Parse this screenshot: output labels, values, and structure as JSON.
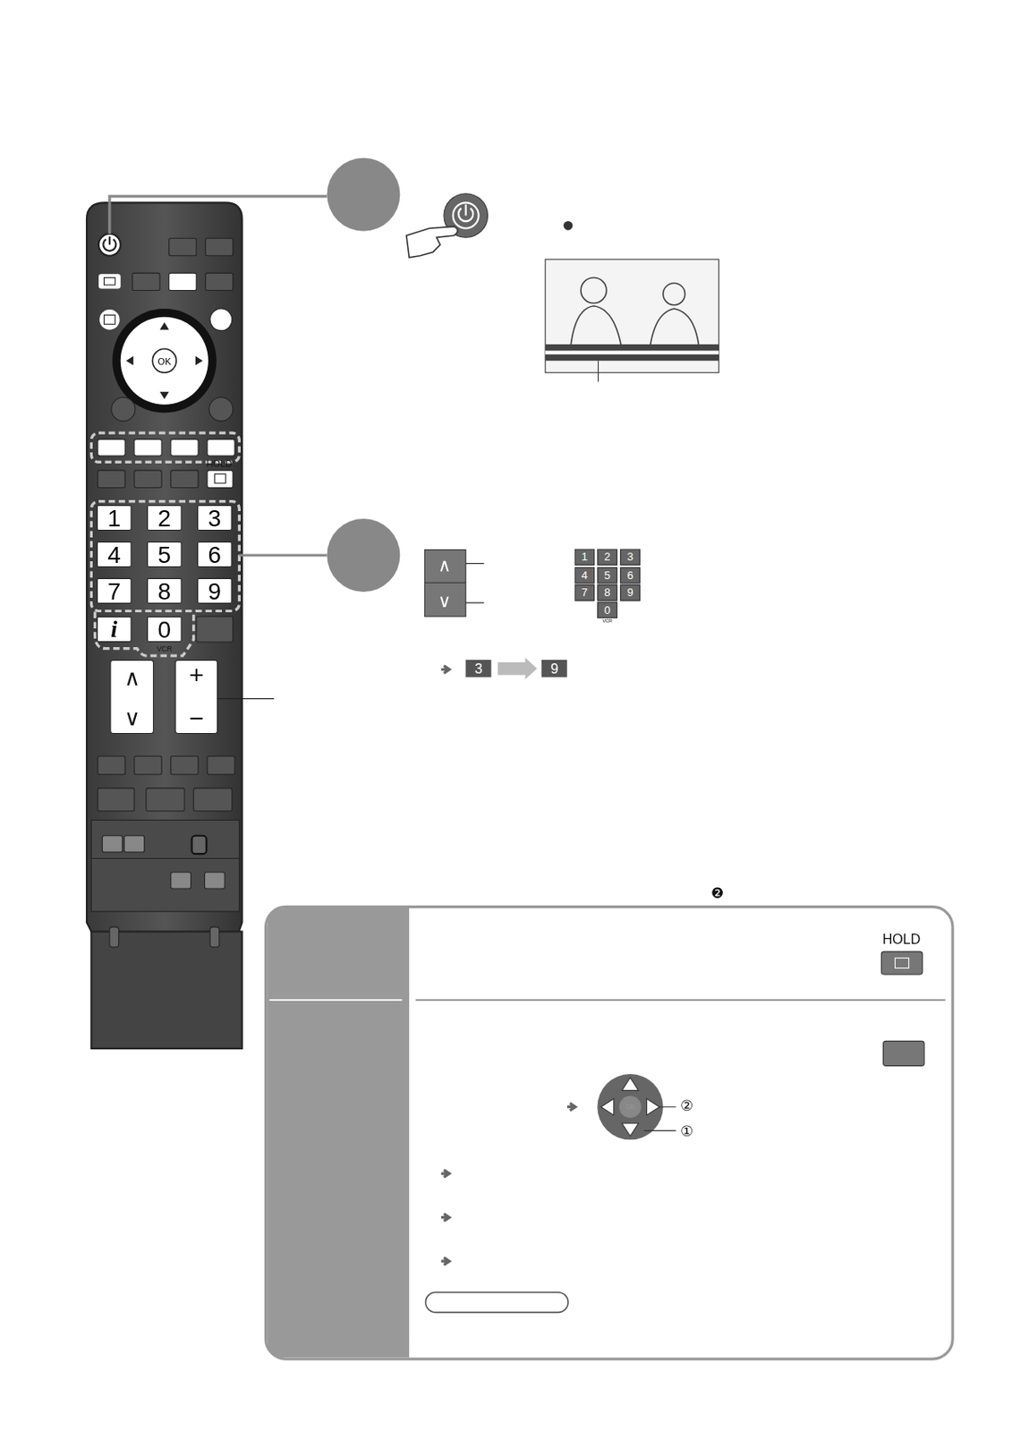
{
  "diagram": {
    "nodes": [
      {
        "text": [
          "OK"
        ]
      },
      {
        "text": [
          "1"
        ]
      },
      {
        "text": [
          "2"
        ]
      },
      {
        "text": [
          "3"
        ]
      },
      {
        "text": [
          "4"
        ]
      },
      {
        "text": [
          "5"
        ]
      },
      {
        "text": [
          "6"
        ]
      },
      {
        "text": [
          "7"
        ]
      },
      {
        "text": [
          "8"
        ]
      },
      {
        "text": [
          "9"
        ]
      },
      {
        "text": [
          "i"
        ]
      },
      {
        "text": [
          "0"
        ]
      }
    ],
    "labels": [
      "HOLD",
      "VCR",
      "∧",
      "∨",
      "+",
      "−",
      "∧",
      "∨",
      "1",
      "2",
      "3",
      "4",
      "5",
      "6",
      "7",
      "8",
      "9",
      "0",
      "VCR",
      "3",
      "9",
      "❷",
      "HOLD",
      "OK",
      "②",
      "①"
    ]
  }
}
